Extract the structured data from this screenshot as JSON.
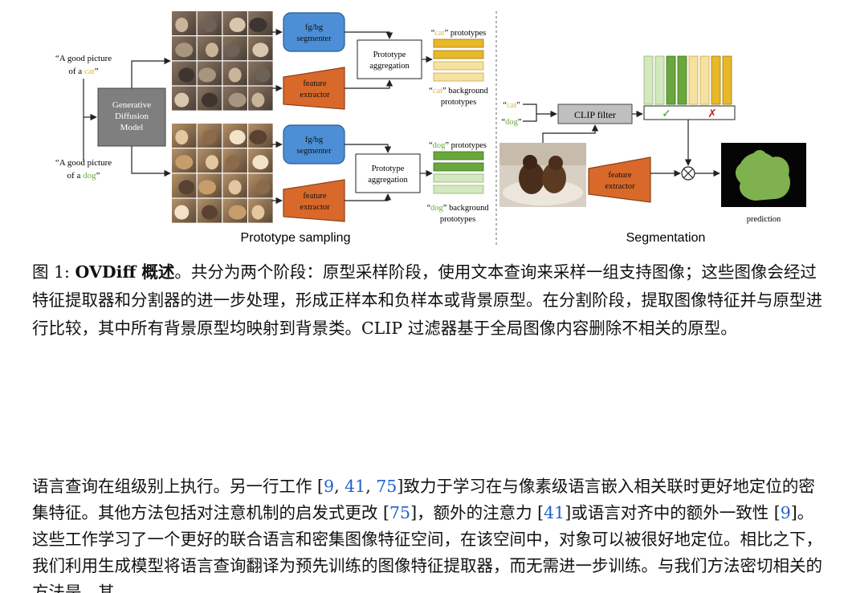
{
  "figure": {
    "top": {
      "prompt_prefix": "“A good picture",
      "prompt_article": "of a ",
      "prompt_class": "cat",
      "prompt_close": "”",
      "segmenter": [
        "fg/bg",
        "segmenter"
      ],
      "extractor": [
        "feature",
        "extractor"
      ],
      "aggregation": [
        "Prototype",
        "aggregation"
      ],
      "proto_label_pre": "“",
      "proto_label_class": "cat",
      "proto_label_post": "” prototypes",
      "bg_label_line1_pre": "“",
      "bg_label_line1_class": "cat",
      "bg_label_line1_post": "” background",
      "bg_label_line2": "prototypes"
    },
    "bottom": {
      "prompt_prefix": "“A good picture",
      "prompt_article": "of a ",
      "prompt_class": "dog",
      "prompt_close": "”",
      "segmenter": [
        "fg/bg",
        "segmenter"
      ],
      "extractor": [
        "feature",
        "extractor"
      ],
      "aggregation": [
        "Prototype",
        "aggregation"
      ],
      "proto_label_pre": "“",
      "proto_label_class": "dog",
      "proto_label_post": "” prototypes",
      "bg_label_line1_pre": "“",
      "bg_label_line1_class": "dog",
      "bg_label_line1_post": "” background",
      "bg_label_line2": "prototypes"
    },
    "diffusion": [
      "Generative",
      "Diffusion",
      "Model"
    ],
    "clip": {
      "input_cat_pre": "“",
      "input_cat": "cat",
      "input_cat_post": "”",
      "input_dog_pre": "“",
      "input_dog": "dog",
      "input_dog_post": "”",
      "label": "CLIP filter",
      "check": "✓",
      "cross": "✗"
    },
    "seg_extractor": [
      "feature",
      "extractor"
    ],
    "otimes": "⊗",
    "prediction": "prediction",
    "section_left": "Prototype sampling",
    "section_right": "Segmentation",
    "colors": {
      "cat": "#e8b828",
      "dog": "#6aa83c",
      "blue_box": "#4d8fd6",
      "orange_box": "#d9692a",
      "gray_box": "#7f7f7f",
      "clip_box": "#bfbfbf"
    }
  },
  "caption": {
    "prefix": "图 1: ",
    "bold": "OVDiff 概述",
    "text": "。共分为两个阶段：原型采样阶段，使用文本查询来采样一组支持图像；这些图像会经过特征提取器和分割器的进一步处理，形成正样本和负样本或背景原型。在分割阶段，提取图像特征并与原型进行比较，其中所有背景原型均映射到背景类。CLIP 过滤器基于全局图像内容删除不相关的原型。"
  },
  "body": {
    "p1": "语言查询在组级别上执行。另一行工作 [",
    "c1": "9",
    "sep1": ", ",
    "c2": "41",
    "sep2": ", ",
    "c3": "75",
    "p2": "]致力于学习在与像素级语言嵌入相关联时更好地定位的密集特征。其他方法包括对注意机制的启发式更改 [",
    "c4": "75",
    "p3": "]，额外的注意力 [",
    "c5": "41",
    "p4": "]或语言对齐中的额外一致性 [",
    "c6": "9",
    "p5": "]。这些工作学习了一个更好的联合语言和密集图像特征空间，在该空间中，对象可以被很好地定位。相比之下，我们利用生成模型将语言查询翻译为预先训练的图像特征提取器，而无需进一步训练。与我们方法密切相关的方法是",
    "p6": "，其"
  }
}
